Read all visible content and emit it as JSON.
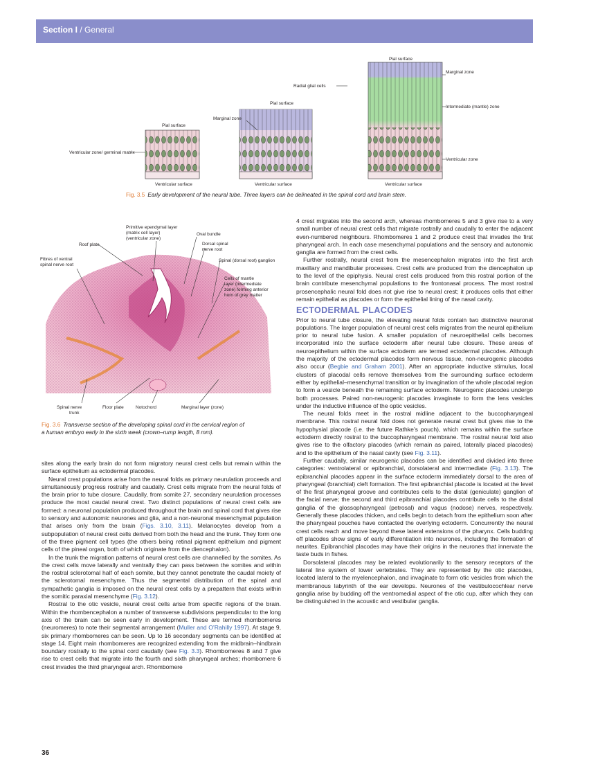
{
  "header": {
    "section": "Section I",
    "separator": " / ",
    "title": "General"
  },
  "figure_3_5": {
    "labels": {
      "pial_surface_1": "Pial surface",
      "pial_surface_2": "Pial surface",
      "pial_surface_3": "Pial surface",
      "radial_glial": "Radial glial cells",
      "marginal_zone_mid": "Marginal zone",
      "marginal_zone_right": "Marginal zone",
      "intermediate": "Intermediate (mantle) zone",
      "ventricular_zone_left": "Ventricular zone/ germinal matrix",
      "ventricular_zone_right": "Ventricular zone",
      "ventricular_surface_1": "Ventricular surface",
      "ventricular_surface_2": "Ventricular surface",
      "ventricular_surface_3": "Ventricular surface"
    },
    "caption_label": "Fig. 3.5",
    "caption_text": "Early development of the neural tube. Three layers can be delineated in the spinal cord and brain stem."
  },
  "figure_3_6": {
    "labels": {
      "primitive_ependymal": "Primitive ependymal layer",
      "matrix": "(matrix cell layer)",
      "ventricular_zone": "(ventricular zone)",
      "oval_bundle": "Oval bundle",
      "dorsal_root_1": "Dorsal spinal",
      "dorsal_root_2": "nerve root",
      "roof_plate": "Roof plate",
      "fibres_1": "Fibres of ventral",
      "fibres_2": "spinal nerve root",
      "spinal_ganglion": "Spinal (dorsal root) ganglion",
      "mantle_1": "Cells of mantle",
      "mantle_2": "layer (intermediate",
      "mantle_3": "zone) forming anterior",
      "mantle_4": "horn of grey matter",
      "spinal_nerve_1": "Spinal nerve",
      "spinal_nerve_2": "trunk",
      "floor_plate": "Floor plate",
      "notochord": "Notochord",
      "marginal_layer": "Marginal layer (zone)"
    },
    "caption_label": "Fig. 3.6",
    "caption_text_1": "Transverse section of the developing spinal cord in the cervical region of",
    "caption_text_2": "a human embryo early in the sixth week (crown–rump length, 8 mm)."
  },
  "left_col": {
    "p1": "sites along the early brain do not form migratory neural crest cells but remain within the surface epithelium as ectodermal placodes.",
    "p2": "Neural crest populations arise from the neural folds as primary neurulation proceeds and simultaneously progress rostrally and caudally. Crest cells migrate from the neural folds of the brain prior to tube closure. Caudally, from somite 27, secondary neurulation processes produce the most caudal neural crest. Two distinct populations of neural crest cells are formed: a neuronal population produced throughout the brain and spinal cord that gives rise to sensory and autonomic neurones and glia, and a non-neuronal mesenchymal population that arises only from the brain (",
    "p2_ref": "Figs. 3.10, 3.11",
    "p2_end": "). Melanocytes develop from a subpopulation of neural crest cells derived from both the head and the trunk. They form one of the three pigment cell types (the others being retinal pigment epithelium and pigment cells of the pineal organ, both of which originate from the diencephalon).",
    "p3": "In the trunk the migration patterns of neural crest cells are channelled by the somites. As the crest cells move laterally and ventrally they can pass between the somites and within the rostral sclerotomal half of each somite, but they cannot penetrate the caudal moiety of the sclerotomal mesenchyme. Thus the segmental distribution of the spinal and sympathetic ganglia is imposed on the neural crest cells by a prepattern that exists within the somitic paraxial mesenchyme (",
    "p3_ref": "Fig. 3.12",
    "p3_end": ").",
    "p4": "Rostral to the otic vesicle, neural crest cells arise from specific regions of the brain. Within the rhombencephalon a number of transverse subdivisions perpendicular to the long axis of the brain can be seen early in development. These are termed rhombomeres (neuromeres) to note their segmental arrangement (",
    "p4_ref": "Muller and O’Rahilly 1997",
    "p4_mid": "). At stage 9, six primary rhombomeres can be seen. Up to 16 secondary segments can be identified at stage 14. Eight main rhombomeres are recognized extending from the midbrain–hindbrain boundary rostrally to the spinal cord caudally (see ",
    "p4_ref2": "Fig. 3.3",
    "p4_end": "). Rhombomeres 8 and 7 give rise to crest cells that migrate into the fourth and sixth pharyngeal arches; rhombomere 6 crest invades the third pharyngeal arch. Rhombomere"
  },
  "right_col": {
    "p1": "4 crest migrates into the second arch, whereas rhombomeres 5 and 3 give rise to a very small number of neural crest cells that migrate rostrally and caudally to enter the adjacent even-numbered neighbours. Rhombomeres 1 and 2 produce crest that invades the first pharyngeal arch. In each case mesenchymal populations and the sensory and autonomic ganglia are formed from the crest cells.",
    "p2": "Further rostrally, neural crest from the mesencephalon migrates into the first arch maxillary and mandibular processes. Crest cells are produced from the diencephalon up to the level of the epiphysis. Neural crest cells produced from this rostral portion of the brain contribute mesenchymal populations to the frontonasal process. The most rostral prosencephalic neural fold does not give rise to neural crest; it produces cells that either remain epithelial as placodes or form the epithelial lining of the nasal cavity.",
    "heading": "ECTODERMAL PLACODES",
    "p3": "Prior to neural tube closure, the elevating neural folds contain two distinctive neuronal populations. The larger population of neural crest cells migrates from the neural epithelium prior to neural tube fusion. A smaller population of neuroepithelial cells becomes incorporated into the surface ectoderm after neural tube closure. These areas of neuroepithelium within the surface ectoderm are termed ectodermal placodes. Although the majority of the ectodermal placodes form nervous tissue, non-neurogenic placodes also occur (",
    "p3_ref": "Begbie and Graham 2001",
    "p3_end": "). After an appropriate inductive stimulus, local clusters of placodal cells remove themselves from the surrounding surface ectoderm either by epithelial–mesenchymal transition or by invagination of the whole placodal region to form a vesicle beneath the remaining surface ectoderm. Neurogenic placodes undergo both processes. Paired non-neurogenic placodes invaginate to form the lens vesicles under the inductive influence of the optic vesicles.",
    "p4": "The neural folds meet in the rostral midline adjacent to the buccopharyngeal membrane. This rostral neural fold does not generate neural crest but gives rise to the hypophysial placode (i.e. the future Rathke’s pouch), which remains within the surface ectoderm directly rostral to the buccopharyngeal membrane. The rostral neural fold also gives rise to the olfactory placodes (which remain as paired, laterally placed placodes) and to the epithelium of the nasal cavity (see ",
    "p4_ref": "Fig. 3.11",
    "p4_end": ").",
    "p5": "Further caudally, similar neurogenic placodes can be identified and divided into three categories: ventrolateral or epibranchial, dorsolateral and intermediate (",
    "p5_ref": "Fig. 3.13",
    "p5_end": "). The epibranchial placodes appear in the surface ectoderm immediately dorsal to the area of pharyngeal (branchial) cleft formation. The first epibranchial placode is located at the level of the first pharyngeal groove and contributes cells to the distal (geniculate) ganglion of the facial nerve; the second and third epibranchial placodes contribute cells to the distal ganglia of the glossopharyngeal (petrosal) and vagus (nodose) nerves, respectively. Generally these placodes thicken, and cells begin to detach from the epithelium soon after the pharyngeal pouches have contacted the overlying ectoderm. Concurrently the neural crest cells reach and move beyond these lateral extensions of the pharynx. Cells budding off placodes show signs of early differentiation into neurones, including the formation of neurites. Epibranchial placodes may have their origins in the neurones that innervate the taste buds in fishes.",
    "p6": "Dorsolateral placodes may be related evolutionarily to the sensory receptors of the lateral line system of lower vertebrates. They are represented by the otic placodes, located lateral to the myelencephalon, and invaginate to form otic vesicles from which the membranous labyrinth of the ear develops. Neurones of the vestibulocochlear nerve ganglia arise by budding off the ventromedial aspect of the otic cup, after which they can be distinguished in the acoustic and vestibular ganglia."
  },
  "page_number": "36",
  "colors": {
    "header": "#8a8ecb",
    "link": "#3a68b0",
    "caption_label": "#e07a32",
    "heading": "#6a74c0"
  }
}
